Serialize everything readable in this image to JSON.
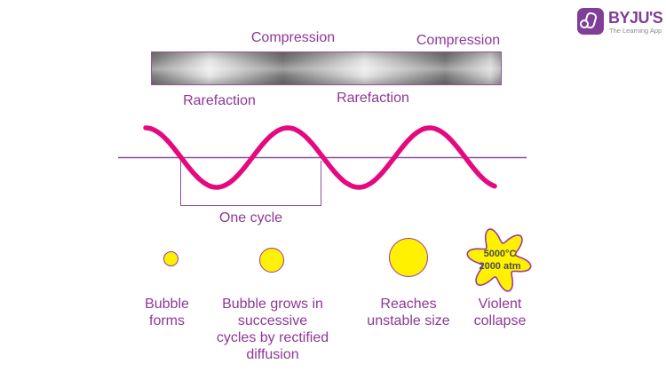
{
  "colors": {
    "label_purple": "#8E3796",
    "line_purple": "#8E4D9E",
    "wave_pink": "#E4097E",
    "bubble_yellow": "#FFF100",
    "bubble_outline": "#9C3A98",
    "annotation_gray": "#4D4D4D",
    "brand_purple": "#7F3F97"
  },
  "logo": {
    "brand": "BYJU'S",
    "tagline": "The Learning App"
  },
  "pressure_bar": {
    "compression_labels": [
      "Compression",
      "Compression"
    ],
    "rarefaction_labels": [
      "Rarefaction",
      "Rarefaction"
    ]
  },
  "wave": {
    "one_cycle_label": "One cycle"
  },
  "stages": [
    {
      "label": "Bubble\nforms"
    },
    {
      "label": "Bubble grows in\nsuccessive\ncycles by rectified\ndiffusion"
    },
    {
      "label": "Reaches\nunstable size"
    },
    {
      "label": "Violent\ncollapse",
      "annotation": "5000°C\n2000 atm"
    }
  ]
}
